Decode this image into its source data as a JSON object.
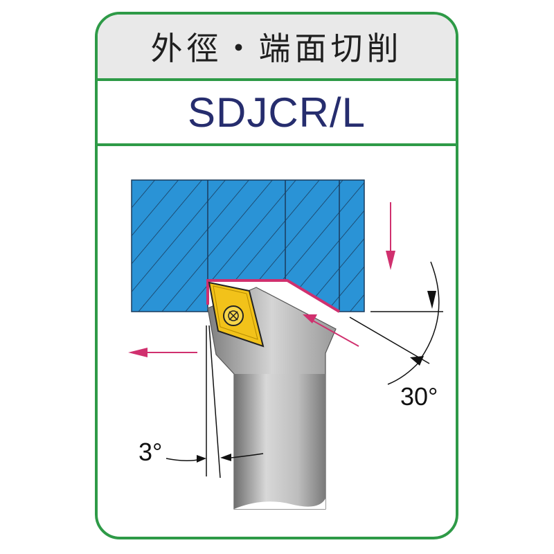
{
  "header": {
    "title": "外徑・端面切削"
  },
  "model": {
    "code": "SDJCR/L"
  },
  "angles": {
    "approach": "30°",
    "clearance": "3°"
  },
  "colors": {
    "frame": "#2e9a47",
    "workpiece": "#2a93d6",
    "insert": "#f2c21a",
    "toolpath": "#d0306e",
    "title_text": "#262d6e"
  },
  "icons": {
    "feed_arrow_down": "down-arrow-icon",
    "feed_arrow_left": "left-arrow-icon",
    "feed_arrow_diagonal": "diagonal-arrow-icon",
    "insert_screw": "screw-icon"
  }
}
